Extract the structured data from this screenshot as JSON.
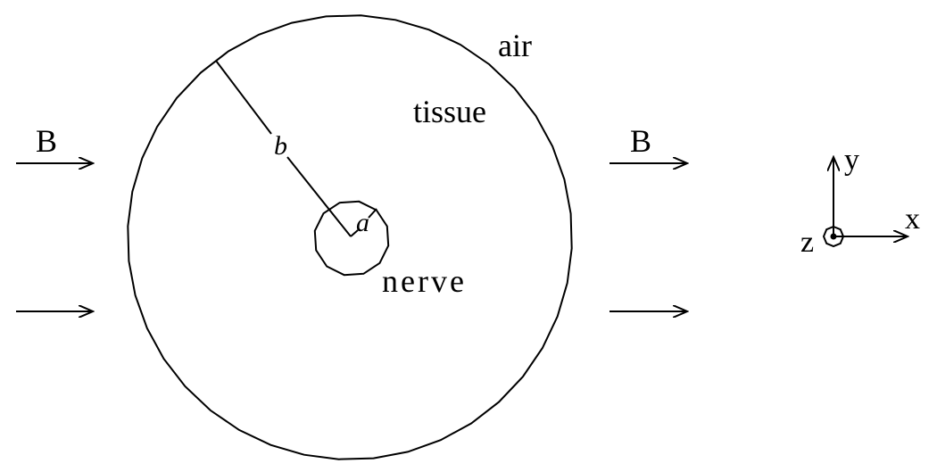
{
  "labels": {
    "air": "air",
    "tissue": "tissue",
    "nerve": "nerve",
    "field_left": "B",
    "field_right": "B",
    "radius_outer": "b",
    "radius_inner": "a",
    "axis_x": "x",
    "axis_y": "y",
    "axis_z": "z"
  },
  "colors": {
    "stroke": "#000000",
    "background": "#ffffff"
  },
  "icons": {
    "field_arrows": "right-arrow",
    "z_axis": "out-of-page-dot"
  }
}
